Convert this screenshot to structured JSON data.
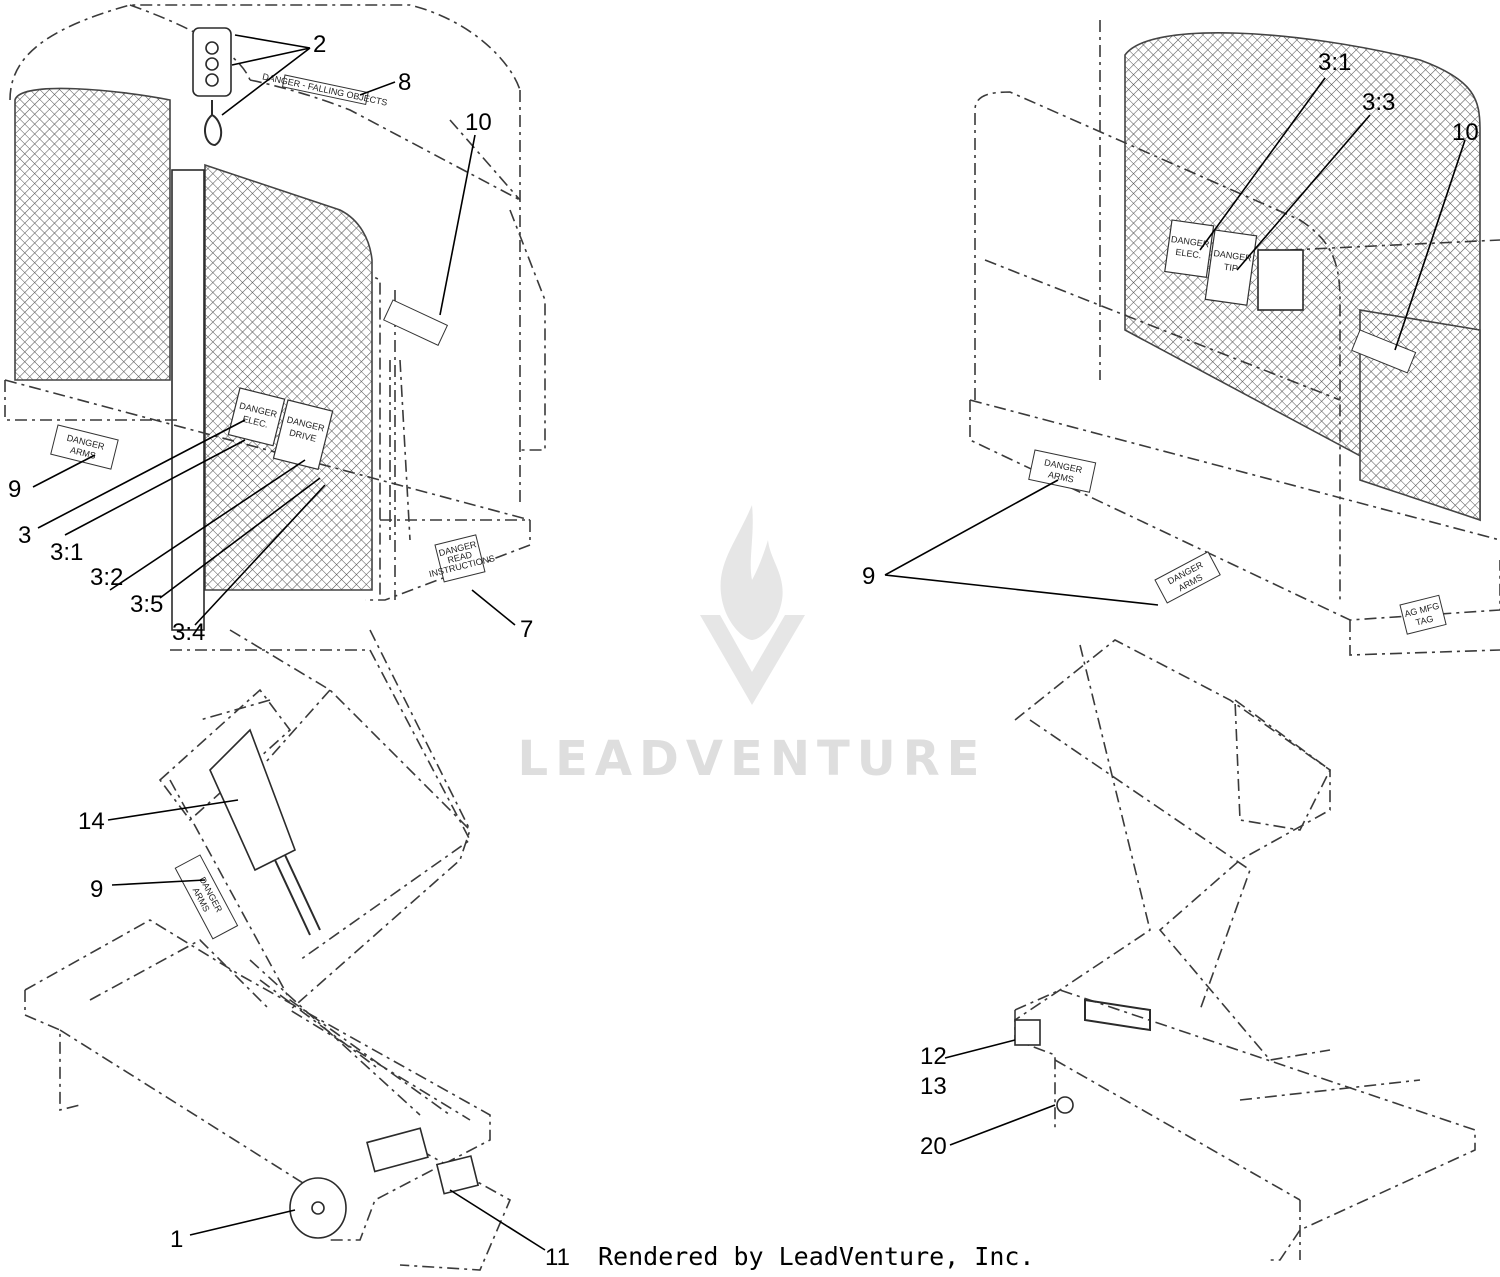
{
  "callouts": [
    {
      "id": "c2",
      "label": "2"
    },
    {
      "id": "c8",
      "label": "8"
    },
    {
      "id": "c10a",
      "label": "10"
    },
    {
      "id": "c9a",
      "label": "9"
    },
    {
      "id": "c3",
      "label": "3"
    },
    {
      "id": "c31a",
      "label": "3:1"
    },
    {
      "id": "c32",
      "label": "3:2"
    },
    {
      "id": "c35",
      "label": "3:5"
    },
    {
      "id": "c34",
      "label": "3:4"
    },
    {
      "id": "c7",
      "label": "7"
    },
    {
      "id": "c14",
      "label": "14"
    },
    {
      "id": "c9b",
      "label": "9"
    },
    {
      "id": "c1",
      "label": "1"
    },
    {
      "id": "c11",
      "label": "11"
    },
    {
      "id": "c31b",
      "label": "3:1"
    },
    {
      "id": "c33",
      "label": "3:3"
    },
    {
      "id": "c10b",
      "label": "10"
    },
    {
      "id": "c9c",
      "label": "9"
    },
    {
      "id": "c12",
      "label": "12"
    },
    {
      "id": "c13",
      "label": "13"
    },
    {
      "id": "c20",
      "label": "20"
    }
  ],
  "decals": {
    "danger_elec": [
      "DANGER",
      "ELEC."
    ],
    "danger_drive": [
      "DANGER",
      "DRIVE"
    ],
    "danger_tip": [
      "DANGER",
      "TIP"
    ],
    "danger_arms": [
      "DANGER",
      "ARMS"
    ],
    "danger_read": [
      "DANGER",
      "READ",
      "INSTRUCTIONS"
    ],
    "danger_falling": "DANGER - FALLING OBJECTS",
    "ag_mfg_tag": [
      "AG MFG",
      "TAG"
    ]
  },
  "watermark": {
    "text": "LEADVENTURE"
  },
  "footer": {
    "rendered_by": "Rendered by LeadVenture, Inc."
  }
}
